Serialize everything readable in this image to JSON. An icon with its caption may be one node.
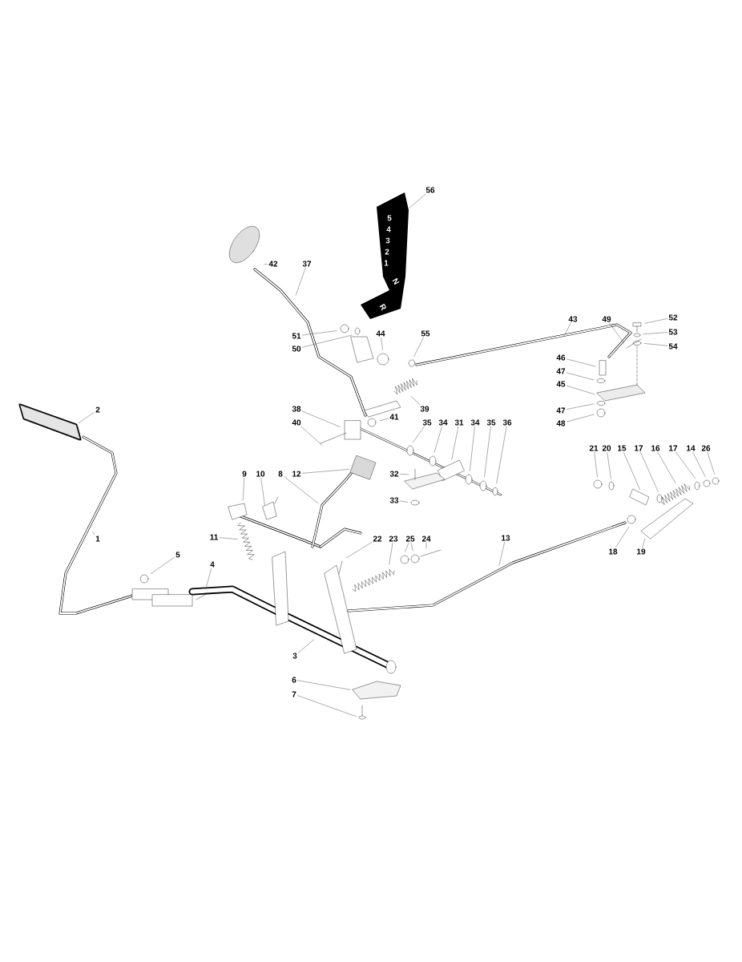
{
  "diagram": {
    "nodes": [
      {
        "text": [
          "56"
        ]
      },
      {
        "text": [
          "42"
        ]
      },
      {
        "text": [
          "37"
        ]
      },
      {
        "text": [
          "43"
        ]
      },
      {
        "text": [
          "49"
        ]
      },
      {
        "text": [
          "52"
        ]
      },
      {
        "text": [
          "53"
        ]
      },
      {
        "text": [
          "44"
        ]
      },
      {
        "text": [
          "55"
        ]
      },
      {
        "text": [
          "51"
        ]
      },
      {
        "text": [
          "54"
        ]
      },
      {
        "text": [
          "50"
        ]
      },
      {
        "text": [
          "46"
        ]
      },
      {
        "text": [
          "47"
        ]
      },
      {
        "text": [
          "45"
        ]
      },
      {
        "text": [
          "2"
        ]
      },
      {
        "text": [
          "38"
        ]
      },
      {
        "text": [
          "39"
        ]
      },
      {
        "text": [
          "47"
        ]
      },
      {
        "text": [
          "40"
        ]
      },
      {
        "text": [
          "41"
        ]
      },
      {
        "text": [
          "35"
        ]
      },
      {
        "text": [
          "34"
        ]
      },
      {
        "text": [
          "31"
        ]
      },
      {
        "text": [
          "34"
        ]
      },
      {
        "text": [
          "35"
        ]
      },
      {
        "text": [
          "36"
        ]
      },
      {
        "text": [
          "48"
        ]
      },
      {
        "text": [
          "21"
        ]
      },
      {
        "text": [
          "20"
        ]
      },
      {
        "text": [
          "15"
        ]
      },
      {
        "text": [
          "17"
        ]
      },
      {
        "text": [
          "16"
        ]
      },
      {
        "text": [
          "17"
        ]
      },
      {
        "text": [
          "14"
        ]
      },
      {
        "text": [
          "26"
        ]
      },
      {
        "text": [
          "9"
        ]
      },
      {
        "text": [
          "10"
        ]
      },
      {
        "text": [
          "8"
        ]
      },
      {
        "text": [
          "12"
        ]
      },
      {
        "text": [
          "32"
        ]
      },
      {
        "text": [
          "33"
        ]
      },
      {
        "text": [
          "11"
        ]
      },
      {
        "text": [
          "1"
        ]
      },
      {
        "text": [
          "22"
        ]
      },
      {
        "text": [
          "23"
        ]
      },
      {
        "text": [
          "25"
        ]
      },
      {
        "text": [
          "24"
        ]
      },
      {
        "text": [
          "13"
        ]
      },
      {
        "text": [
          "18"
        ]
      },
      {
        "text": [
          "19"
        ]
      },
      {
        "text": [
          "5"
        ]
      },
      {
        "text": [
          "4"
        ]
      },
      {
        "text": [
          "3"
        ]
      },
      {
        "text": [
          "6"
        ]
      },
      {
        "text": [
          "7"
        ]
      }
    ],
    "edges": [
      {
        "from": 0,
        "to": null,
        "arrow": "none"
      },
      {
        "from": 1,
        "to": null,
        "arrow": "none"
      },
      {
        "from": 2,
        "to": null,
        "arrow": "none"
      },
      {
        "from": 3,
        "to": null,
        "arrow": "none"
      },
      {
        "from": 4,
        "to": null,
        "arrow": "none"
      },
      {
        "from": 5,
        "to": null,
        "arrow": "none"
      },
      {
        "from": 6,
        "to": null,
        "arrow": "none"
      },
      {
        "from": 7,
        "to": null,
        "arrow": "none"
      },
      {
        "from": 8,
        "to": null,
        "arrow": "none"
      },
      {
        "from": 9,
        "to": null,
        "arrow": "none"
      },
      {
        "from": 10,
        "to": null,
        "arrow": "none"
      },
      {
        "from": 11,
        "to": null,
        "arrow": "none"
      },
      {
        "from": 12,
        "to": null,
        "arrow": "none"
      },
      {
        "from": 13,
        "to": null,
        "arrow": "none"
      },
      {
        "from": 14,
        "to": null,
        "arrow": "none"
      },
      {
        "from": 15,
        "to": null,
        "arrow": "none"
      },
      {
        "from": 16,
        "to": null,
        "arrow": "none"
      },
      {
        "from": 17,
        "to": null,
        "arrow": "none"
      },
      {
        "from": 18,
        "to": null,
        "arrow": "none"
      },
      {
        "from": 19,
        "to": null,
        "arrow": "none"
      },
      {
        "from": 20,
        "to": null,
        "arrow": "none"
      },
      {
        "from": 21,
        "to": null,
        "arrow": "none"
      },
      {
        "from": 22,
        "to": null,
        "arrow": "none"
      },
      {
        "from": 23,
        "to": null,
        "arrow": "none"
      },
      {
        "from": 24,
        "to": null,
        "arrow": "none"
      },
      {
        "from": 25,
        "to": null,
        "arrow": "none"
      },
      {
        "from": 26,
        "to": null,
        "arrow": "none"
      },
      {
        "from": 27,
        "to": null,
        "arrow": "none"
      },
      {
        "from": 28,
        "to": null,
        "arrow": "none"
      },
      {
        "from": 29,
        "to": null,
        "arrow": "none"
      },
      {
        "from": 30,
        "to": null,
        "arrow": "none"
      },
      {
        "from": 31,
        "to": null,
        "arrow": "none"
      },
      {
        "from": 32,
        "to": null,
        "arrow": "none"
      },
      {
        "from": 33,
        "to": null,
        "arrow": "none"
      },
      {
        "from": 34,
        "to": null,
        "arrow": "none"
      },
      {
        "from": 35,
        "to": null,
        "arrow": "none"
      },
      {
        "from": 36,
        "to": null,
        "arrow": "none"
      },
      {
        "from": 37,
        "to": null,
        "arrow": "none"
      },
      {
        "from": 38,
        "to": null,
        "arrow": "none"
      },
      {
        "from": 39,
        "to": null,
        "arrow": "none"
      },
      {
        "from": 40,
        "to": null,
        "arrow": "none"
      },
      {
        "from": 41,
        "to": null,
        "arrow": "none"
      },
      {
        "from": 42,
        "to": null,
        "arrow": "none"
      },
      {
        "from": 43,
        "to": null,
        "arrow": "none"
      },
      {
        "from": 44,
        "to": null,
        "arrow": "none"
      },
      {
        "from": 45,
        "to": null,
        "arrow": "none"
      },
      {
        "from": 46,
        "to": null,
        "arrow": "none"
      },
      {
        "from": 46,
        "to": null,
        "arrow": "none"
      },
      {
        "from": 47,
        "to": null,
        "arrow": "none"
      },
      {
        "from": 48,
        "to": null,
        "arrow": "none"
      },
      {
        "from": 49,
        "to": null,
        "arrow": "none"
      },
      {
        "from": 50,
        "to": null,
        "arrow": "none"
      },
      {
        "from": 51,
        "to": null,
        "arrow": "none"
      },
      {
        "from": 52,
        "to": null,
        "arrow": "none"
      },
      {
        "from": 53,
        "to": null,
        "arrow": "none"
      },
      {
        "from": 54,
        "to": null,
        "arrow": "none"
      },
      {
        "from": 55,
        "to": null,
        "arrow": "none"
      }
    ],
    "labels": [
      "5",
      "4",
      "3",
      "2",
      "1",
      "N",
      "R"
    ]
  }
}
